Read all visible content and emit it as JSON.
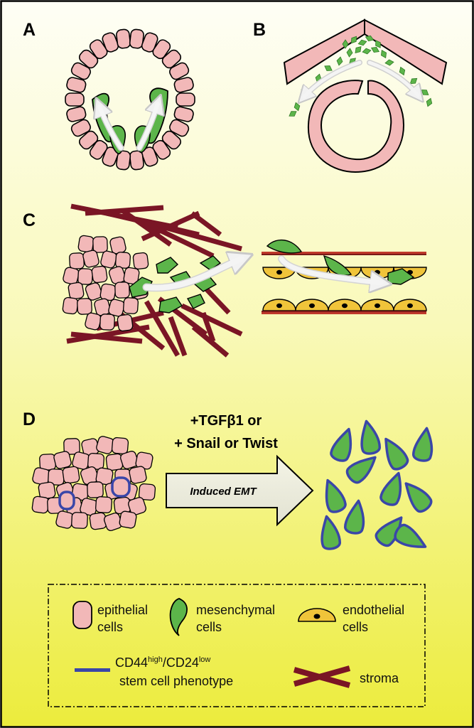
{
  "panels": {
    "a": "A",
    "b": "B",
    "c": "C",
    "d": "D"
  },
  "treatment": {
    "line1": "+TGFβ1 or",
    "line2": "+ Snail or Twist",
    "arrow_label": "Induced EMT"
  },
  "legend": {
    "epithelial": {
      "line1": "epithelial",
      "line2": "cells"
    },
    "mesenchymal": {
      "line1": "mesenchymal",
      "line2": "cells"
    },
    "endothelial": {
      "line1": "endothelial",
      "line2": "cells"
    },
    "stem": {
      "cd44": "CD44",
      "high": "high",
      "slash": "/CD24",
      "low": "low",
      "line2": "stem cell phenotype"
    },
    "stroma": {
      "label": "stroma"
    }
  },
  "colors": {
    "epithelial": "#f2b8b8",
    "mesenchymal": "#5cb54a",
    "endothelial": "#f0c43a",
    "stroma": "#7a1525",
    "stem_outline": "#3a46a8",
    "background_top": "#fdfde8",
    "background_bottom": "#ecec3a"
  }
}
